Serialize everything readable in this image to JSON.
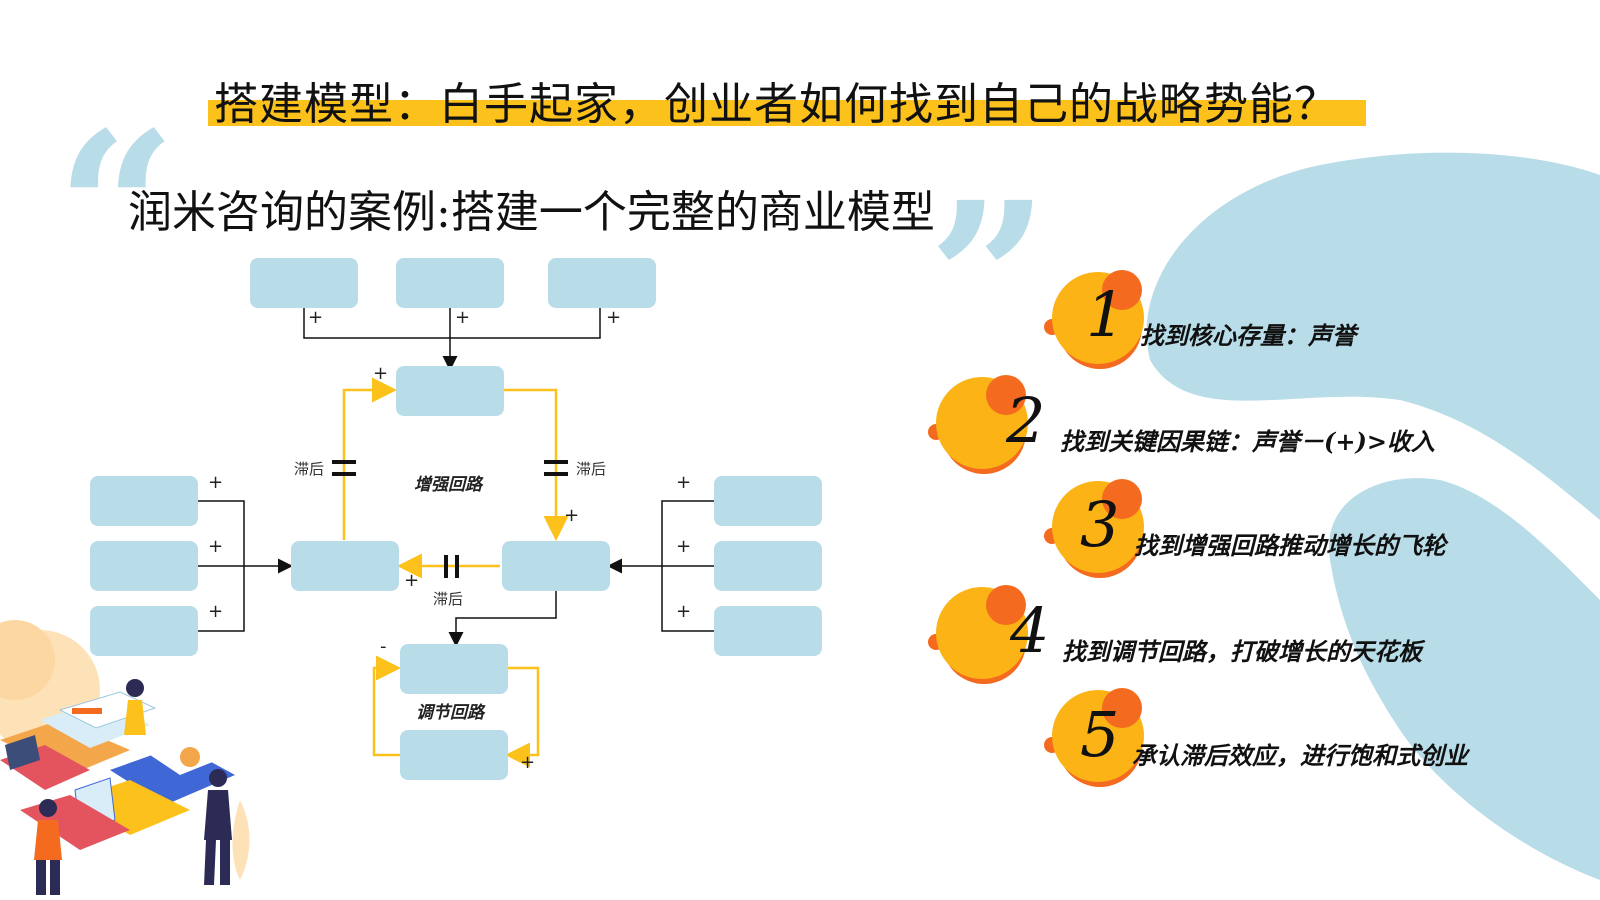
{
  "title": "搭建模型：白手起家，创业者如何找到自己的战略势能？",
  "subtitle": "润米咨询的案例:搭建一个完整的商业模型",
  "quote_open": "“",
  "quote_close": "”",
  "diagram": {
    "reinforcing_loop_label": "增强回路",
    "balancing_loop_label": "调节回路",
    "delay_left": "滞后",
    "delay_right": "滞后",
    "delay_bottom": "滞后",
    "signs": {
      "top1": "+",
      "top2": "+",
      "top3": "+",
      "center_top": "+",
      "right_down": "+",
      "bottom_mid": "+",
      "left1": "+",
      "left2": "+",
      "left3": "+",
      "right1": "+",
      "right2": "+",
      "right3": "+",
      "reg_minus": "-",
      "reg_plus": "+"
    }
  },
  "steps": [
    {
      "num": "1",
      "text": "找到核心存量：声誉"
    },
    {
      "num": "2",
      "text": "找到关键因果链：声誉－(+)>收入"
    },
    {
      "num": "3",
      "text": "找到增强回路推动增长的飞轮"
    },
    {
      "num": "4",
      "text": "找到调节回路，打破增长的天花板"
    },
    {
      "num": "5",
      "text": "承认滞后效应，进行饱和式创业"
    }
  ],
  "colors": {
    "accent_yellow": "#fcc21b",
    "box_blue": "#b8dde9",
    "blob_blue": "#b8dde9",
    "circle_orange": "#fcb315",
    "circle_red": "#f46a1f"
  }
}
